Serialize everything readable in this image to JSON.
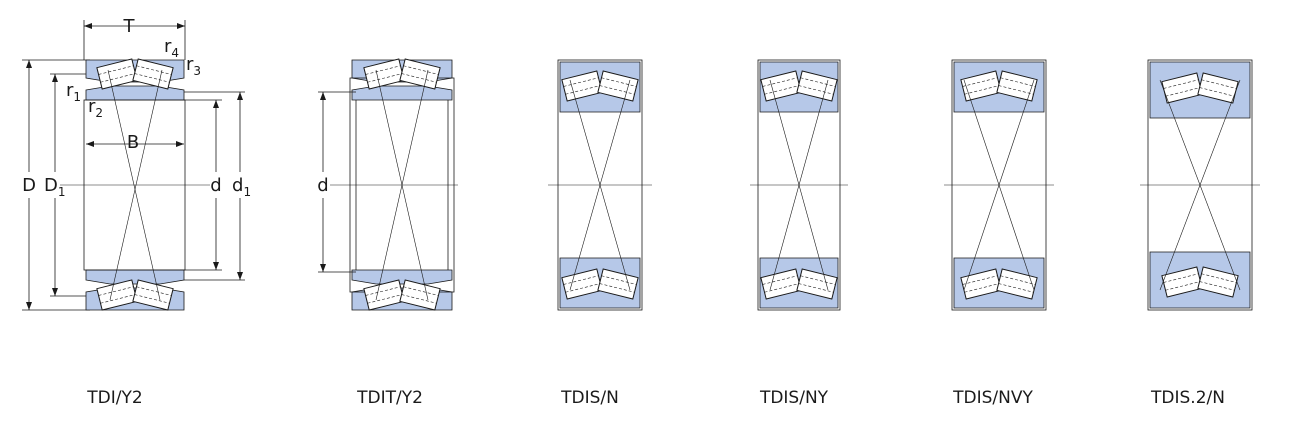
{
  "colors": {
    "ring_fill": "#b6c8e8",
    "line": "#1a1a1a",
    "background": "#ffffff"
  },
  "diagrams": [
    {
      "id": "tdi-y2",
      "label": "TDI/Y2"
    },
    {
      "id": "tdit-y2",
      "label": "TDIT/Y2"
    },
    {
      "id": "tdis-n",
      "label": "TDIS/N"
    },
    {
      "id": "tdis-ny",
      "label": "TDIS/NY"
    },
    {
      "id": "tdis-nvy",
      "label": "TDIS/NVY"
    },
    {
      "id": "tdis2-n",
      "label": "TDIS.2/N"
    }
  ],
  "dimensions": {
    "T": "T",
    "B": "B",
    "D": "D",
    "D1": "D",
    "D1_sub": "1",
    "d": "d",
    "d1": "d",
    "d1_sub": "1",
    "r1": "r",
    "r1_sub": "1",
    "r2": "r",
    "r2_sub": "2",
    "r3": "r",
    "r3_sub": "3",
    "r4": "r",
    "r4_sub": "4",
    "d_second": "d"
  }
}
